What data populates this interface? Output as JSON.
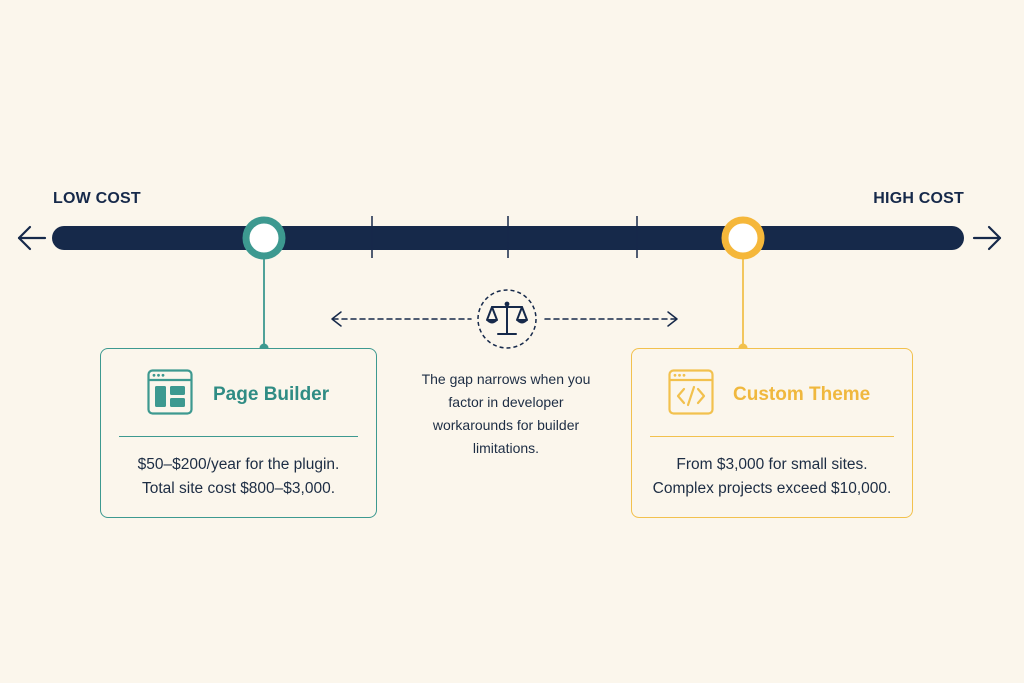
{
  "scale": {
    "low_label": "LOW COST",
    "high_label": "HIGH COST"
  },
  "left_card": {
    "title": "Page Builder",
    "icon": "layout-window-icon",
    "lines": [
      "$50–$200/year for the plugin.",
      "Total site cost $800–$3,000."
    ]
  },
  "right_card": {
    "title": "Custom Theme",
    "icon": "code-window-icon",
    "lines": [
      "From $3,000 for small sites.",
      "Complex projects exceed $10,000."
    ]
  },
  "gap_note": {
    "lines": [
      "The gap narrows when you",
      "factor in developer",
      "workarounds for builder",
      "limitations."
    ],
    "icon": "balance-scale-icon"
  },
  "colors": {
    "background": "#fbf6ec",
    "bar": "#16294a",
    "page_builder": "#3d9990",
    "custom_theme": "#f2c14e"
  }
}
